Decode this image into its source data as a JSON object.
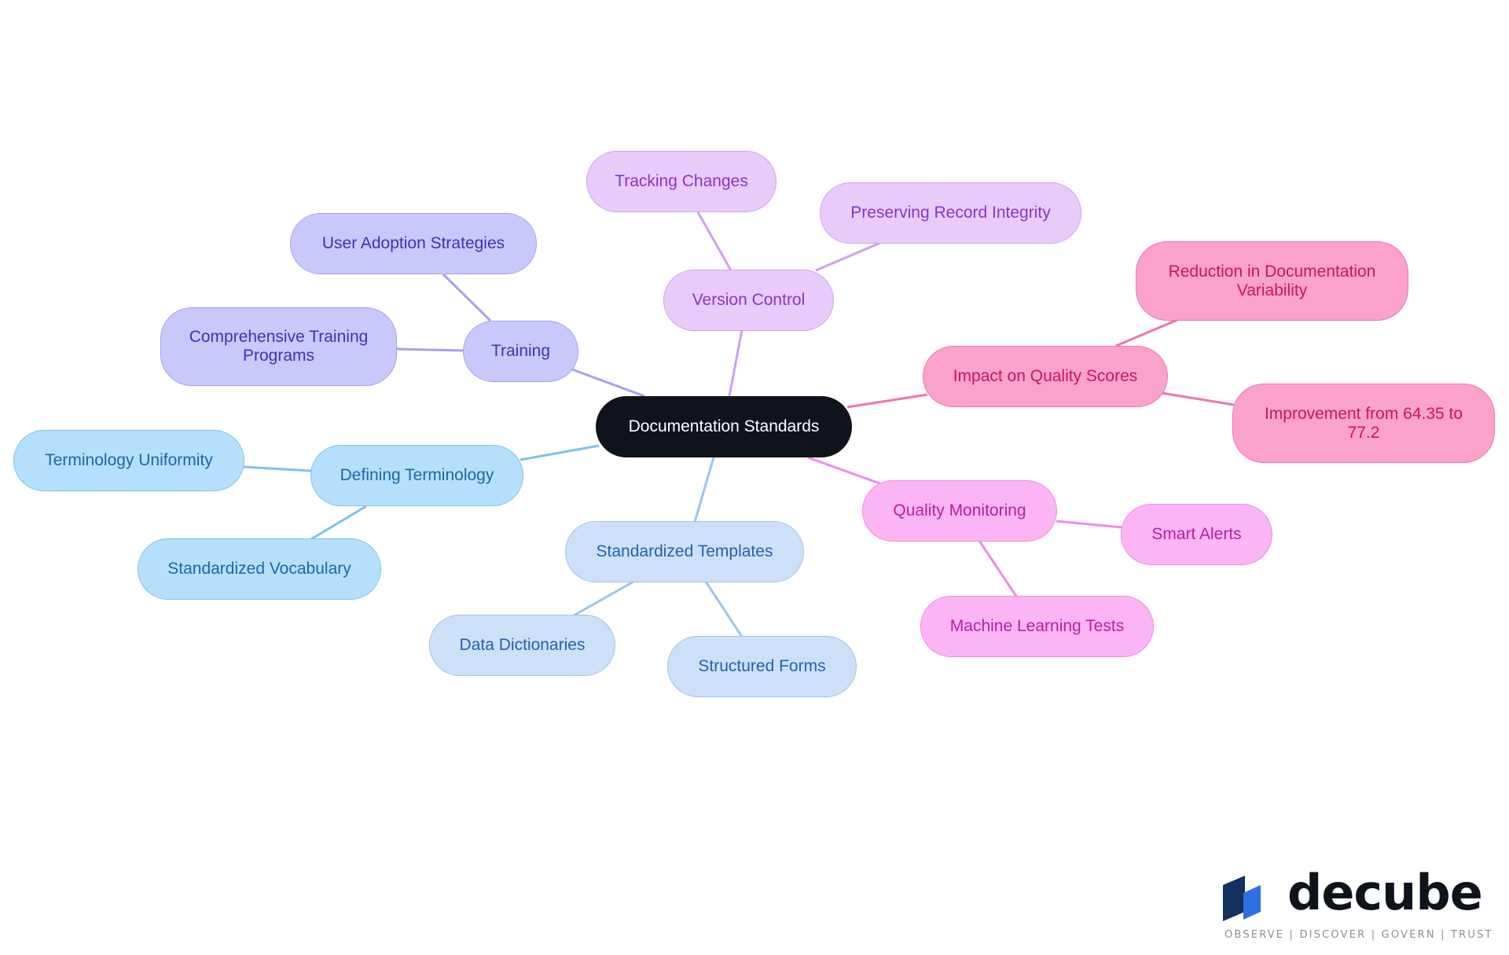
{
  "mindmap": {
    "root": "Documentation Standards",
    "branches": [
      {
        "label": "Training",
        "color": "#a3a1ef",
        "children": [
          "User Adoption Strategies",
          "Comprehensive Training Programs"
        ]
      },
      {
        "label": "Version Control",
        "color": "#cf9ff3",
        "children": [
          "Tracking Changes",
          "Preserving Record Integrity"
        ]
      },
      {
        "label": "Impact on Quality Scores",
        "color": "#ee74ad",
        "children": [
          "Reduction in Documentation Variability",
          "Improvement from 64.35 to 77.2"
        ]
      },
      {
        "label": "Quality Monitoring",
        "color": "#ef8ae4",
        "children": [
          "Smart Alerts",
          "Machine Learning Tests"
        ]
      },
      {
        "label": "Standardized Templates",
        "color": "#9ec3ec",
        "children": [
          "Data Dictionaries",
          "Structured Forms"
        ]
      },
      {
        "label": "Defining Terminology",
        "color": "#7fc0ee",
        "children": [
          "Terminology Uniformity",
          "Standardized Vocabulary"
        ]
      }
    ]
  },
  "branding": {
    "name": "decube",
    "tagline": "OBSERVE | DISCOVER | GOVERN | TRUST",
    "colors": {
      "dark": "#14305e",
      "light": "#2f6fe0",
      "text": "#0f141c"
    }
  }
}
